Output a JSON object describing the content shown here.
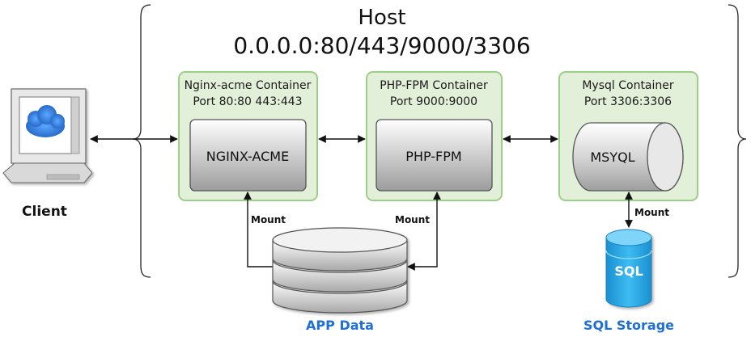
{
  "host": {
    "title": "Host",
    "ports": "0.0.0.0:80/443/9000/3306"
  },
  "client": {
    "label": "Client"
  },
  "containers": [
    {
      "title": "Nginx-acme Container",
      "port": "Port 80:80 443:443",
      "service": "NGINX-ACME"
    },
    {
      "title": "PHP-FPM Container",
      "port": "Port 9000:9000",
      "service": "PHP-FPM"
    },
    {
      "title": "Mysql Container",
      "port": "Port 3306:3306",
      "service": "MSYQL"
    }
  ],
  "mounts": {
    "nginx": "Mount",
    "php": "Mount",
    "mysql": "Mount"
  },
  "app_data": {
    "label": "APP Data"
  },
  "sql_storage": {
    "label": "SQL Storage",
    "icon_text": "SQL"
  },
  "colors": {
    "container_fill": "#e2f0d9",
    "container_border": "#9ccf86",
    "caption_blue": "#1f6fd8",
    "sql_blue": "#2aa8e6"
  }
}
